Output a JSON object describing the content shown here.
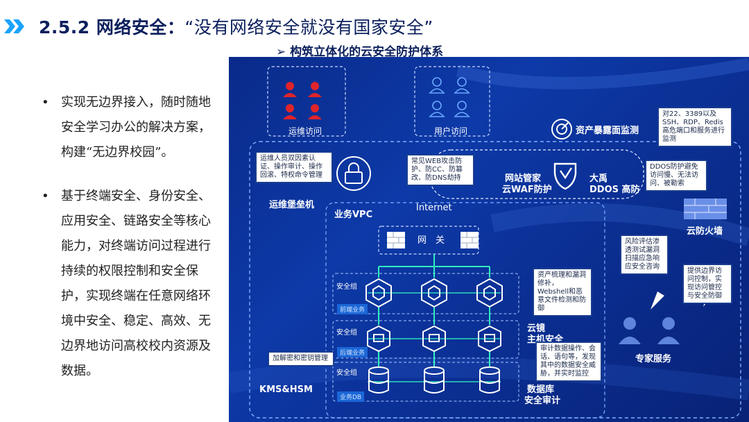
{
  "header": {
    "title_prefix": "2.5.2 网络安全：",
    "title_quote": "“没有网络安全就没有国家安全”",
    "subtitle": "➢  构筑立体化的云安全防护体系"
  },
  "bullets": [
    {
      "dot": "•",
      "text": "实现无边界接入，随时随地安全学习办公的解决方案，构建“无边界校园”。"
    },
    {
      "dot": "•",
      "text": "基于终端安全、身份安全、应用安全、链路安全等核心能力，对终端访问过程进行持续的权限控制和安全保护，实现终端在任意网络环境中安全、稳定、高效、无边界地访问高校校内资源及数据。"
    }
  ],
  "diagram": {
    "ops_access": "运维访问",
    "user_access": "用户访问",
    "exposure_monitor": "资产暴露面监测",
    "exposure_note": "对22、3389以及SSH、RDP、Redis高危端口和服务进行监测",
    "bastion_note": "运维人员双因素认证、操作审计、操作回滚、特权命令管理",
    "bastion": "运维堡垒机",
    "waf_note": "常见WEB攻击防护、防CC、防篡改、防DNS劫持",
    "waf_line1": "网站管家",
    "waf_line2": "云WAF防护",
    "ddos_line1": "大禹",
    "ddos_line2": "DDOS 高防",
    "ddos_note": "DDOS防护避免访问慢、无法访问、被勒索",
    "internet": "Internet",
    "vpc": "业务VPC",
    "gateway": "网　关",
    "firewall": "云防火墙",
    "expert_note": "风险评估渗透测试漏洞扫描应急响应安全咨询",
    "firewall_note": "提供边界访问控制，实现访问管控与安全防御",
    "expert": "专家服务",
    "sg1": "安全组",
    "sg2": "安全组",
    "sg3": "安全组",
    "tier1": "前端业务",
    "tier2": "后端业务",
    "tier3": "业务DB",
    "host_note": "资产梳理和漏洞修补，Webshell和恶意文件检测和防御",
    "host_line1": "云镜",
    "host_line2": "主机安全",
    "audit_note": "审计数据操作、会话、语句等，发现其中的数据安全威胁，并实时监控",
    "audit_line1": "数据库",
    "audit_line2": "安全审计",
    "kms_note": "加解密和密钥管理",
    "kms": "KMS&HSM"
  },
  "colors": {
    "title": "#0b1f5c",
    "accent": "#1aa3ff",
    "ops_icon": "#e0242a",
    "user_icon": "#6aa9ff",
    "bg_dark": "#0a2a8a"
  },
  "icons": {
    "chevron": "double-chevron-right-icon",
    "lock": "lock-icon",
    "shield": "shield-icon",
    "radar": "radar-icon",
    "cube": "cube-icon",
    "server": "server-icon",
    "database": "database-icon",
    "brick": "brick-wall-icon",
    "person": "person-icon"
  }
}
